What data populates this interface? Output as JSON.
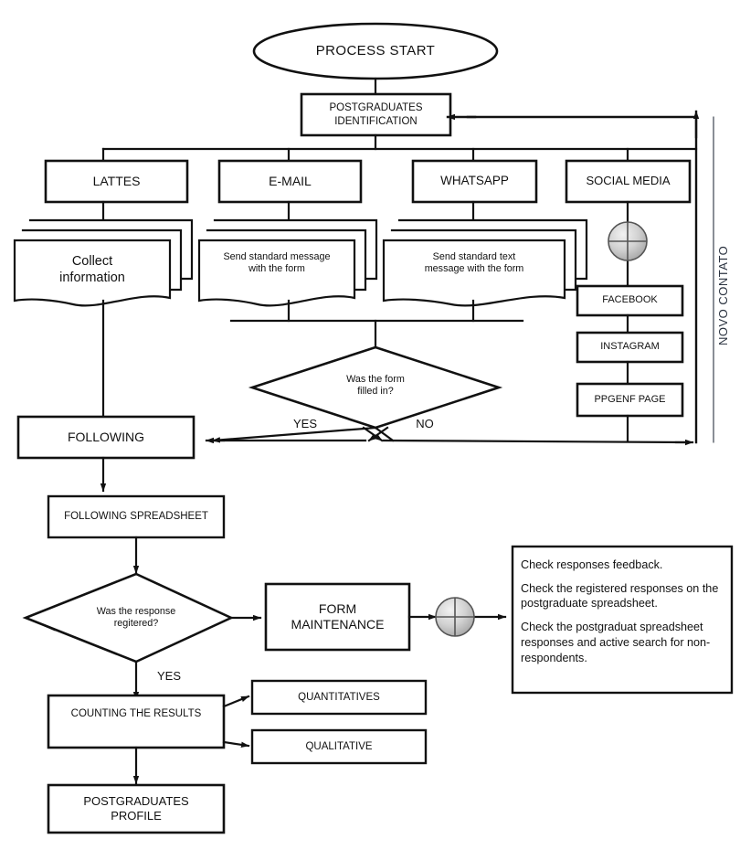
{
  "diagram": {
    "title": "Postgraduates identification and follow-up process flowchart",
    "vertical_label": "NOVO CONTATO",
    "start": {
      "label": "PROCESS START",
      "shape": "ellipse"
    },
    "identification": {
      "label": "POSTGRADUATES IDENTIFICATION",
      "line1": "POSTGRADUATES",
      "line2": "IDENTIFICATION"
    },
    "channels": [
      {
        "id": "lattes",
        "label": "LATTES"
      },
      {
        "id": "email",
        "label": "E-MAIL"
      },
      {
        "id": "whatsapp",
        "label": "WHATSAPP"
      },
      {
        "id": "social",
        "label": "SOCIAL MEDIA"
      }
    ],
    "documents": [
      {
        "id": "collect",
        "label": "Collect information",
        "line1": "Collect",
        "line2": "information"
      },
      {
        "id": "email-msg",
        "label": "Send standard message with the form",
        "line1": "Send standard message",
        "line2": "with the form"
      },
      {
        "id": "wa-msg",
        "label": "Send standard text message with the form",
        "line1": "Send standard text",
        "line2": "message with the form"
      }
    ],
    "social_items": [
      {
        "id": "facebook",
        "label": "FACEBOOK"
      },
      {
        "id": "instagram",
        "label": "INSTAGRAM"
      },
      {
        "id": "ppgenf",
        "label": "PPGENF PAGE"
      }
    ],
    "decision_form": {
      "label": "Was the form filled in?",
      "line1": "Was the form",
      "line2": "filled in?",
      "yes": "YES",
      "no": "NO"
    },
    "following": {
      "label": "FOLLOWING"
    },
    "following_spreadsheet": {
      "label": "FOLLOWING SPREADSHEET"
    },
    "decision_response": {
      "label": "Was the response regitered?",
      "line1": "Was the response",
      "line2": "regitered?",
      "yes": "YES"
    },
    "form_maintenance": {
      "label": "FORM MAINTENANCE",
      "line1": "FORM",
      "line2": "MAINTENANCE"
    },
    "notes": {
      "items": [
        "Check responses feedback.",
        "Check the registered responses on the postgraduate spreadsheet.",
        "Check the postgraduat spreadsheet responses and active search for non-respondents."
      ]
    },
    "counting": {
      "label": "COUNTING THE RESULTS"
    },
    "results": [
      {
        "id": "quantitatives",
        "label": "QUANTITATIVES"
      },
      {
        "id": "qualitative",
        "label": "QUALITATIVE"
      }
    ],
    "profile": {
      "label": "POSTGRADUATES PROFILE",
      "line1": "POSTGRADUATES",
      "line2": "PROFILE"
    },
    "connectors": [
      {
        "id": "social-connector",
        "icon": "crosshair-circle-icon"
      },
      {
        "id": "notes-connector",
        "icon": "crosshair-circle-icon"
      }
    ],
    "colors": {
      "stroke": "#111111",
      "text": "#111111",
      "vertical_label": "#2b3340",
      "connector_fill": "#bfbfbf"
    }
  }
}
